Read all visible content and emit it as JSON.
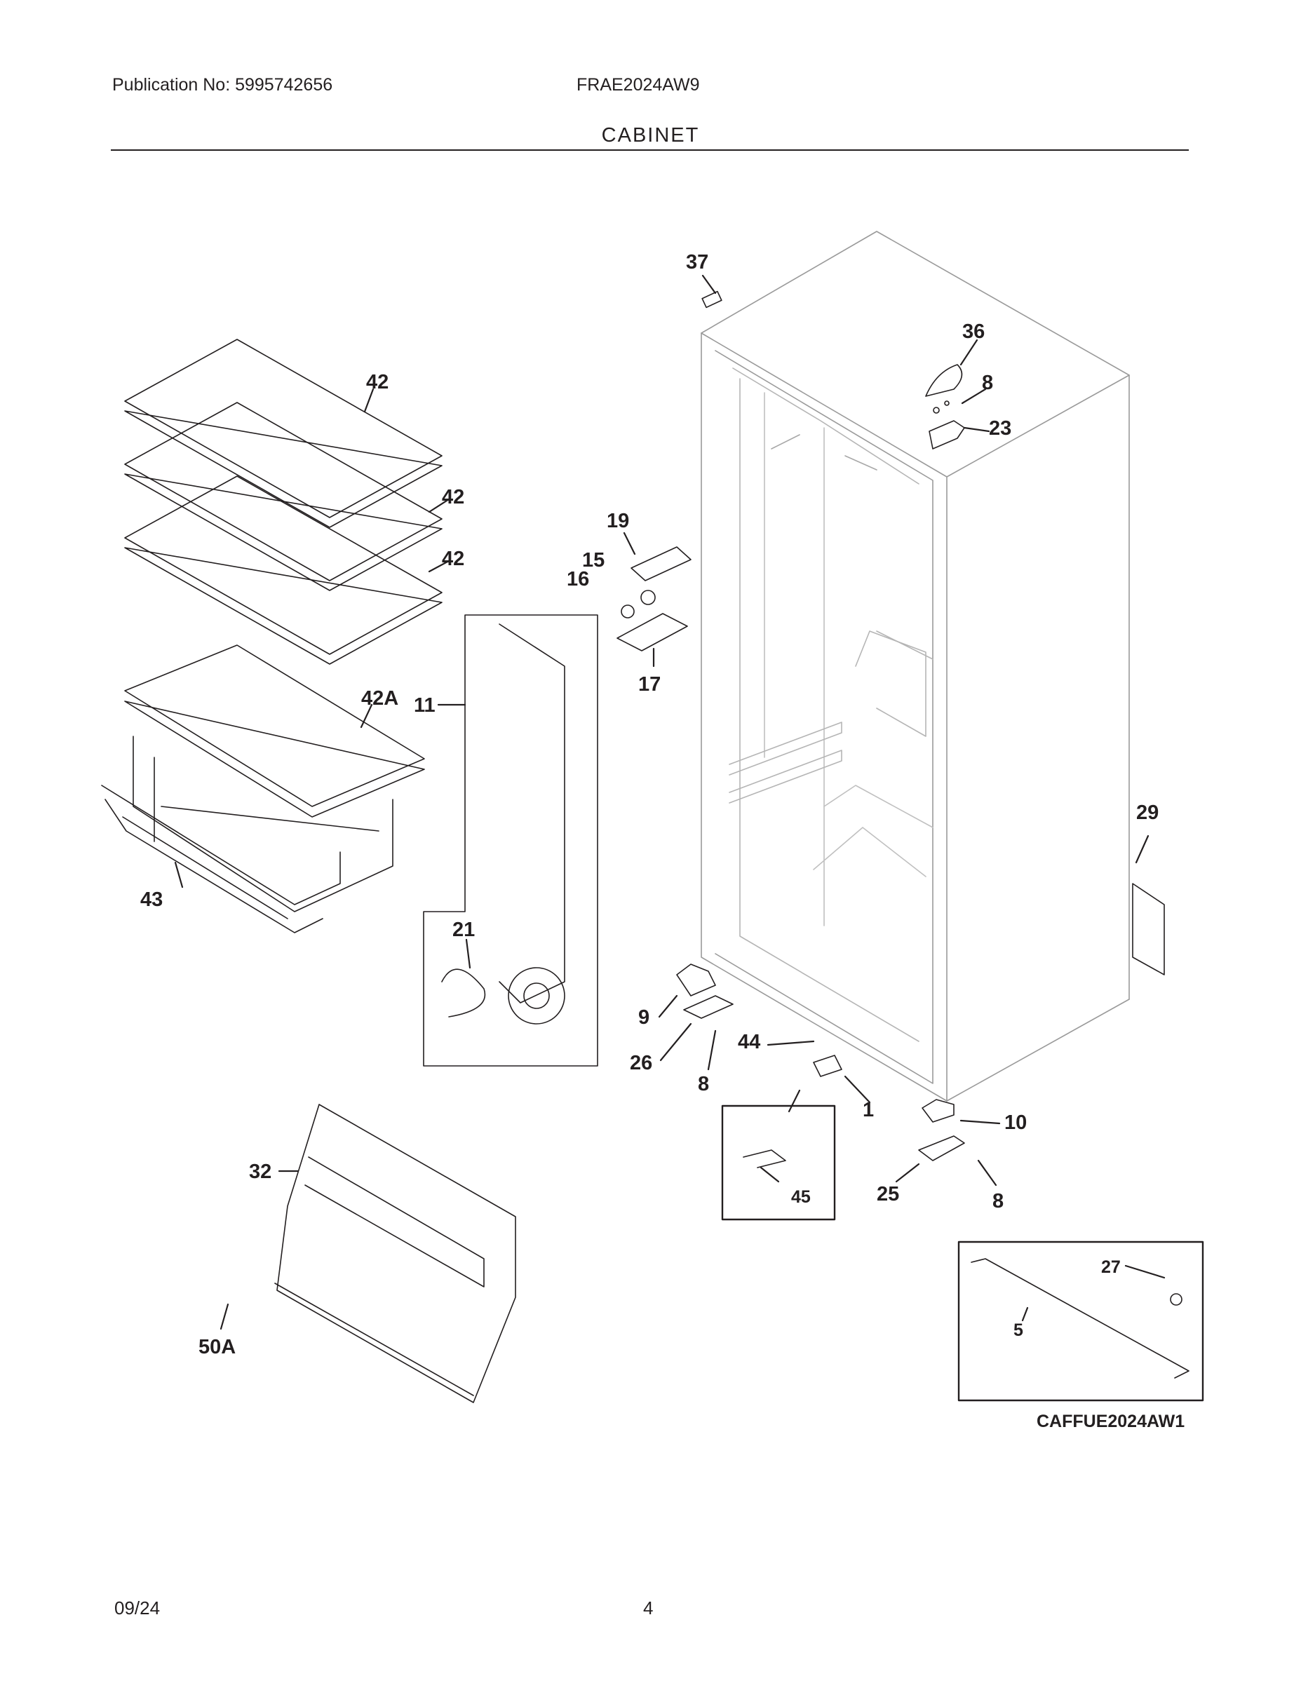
{
  "header": {
    "publication": "Publication No: 5995742656",
    "model": "FRAE2024AW9",
    "section_title": "CABINET"
  },
  "diagram": {
    "code": "CAFFUE2024AW1",
    "callouts": {
      "c37": "37",
      "c36": "36",
      "c8a": "8",
      "c23": "23",
      "c42a": "42",
      "c42b": "42",
      "c42c": "42",
      "c42A": "42A",
      "c43": "43",
      "c11": "11",
      "c21": "21",
      "c19": "19",
      "c15": "15",
      "c16": "16",
      "c17": "17",
      "c29": "29",
      "c9": "9",
      "c26": "26",
      "c8b": "8",
      "c44": "44",
      "c1": "1",
      "c10": "10",
      "c45": "45",
      "c25": "25",
      "c8c": "8",
      "c32": "32",
      "c50A": "50A",
      "c27": "27",
      "c5": "5"
    }
  },
  "footer": {
    "date": "09/24",
    "page": "4"
  }
}
